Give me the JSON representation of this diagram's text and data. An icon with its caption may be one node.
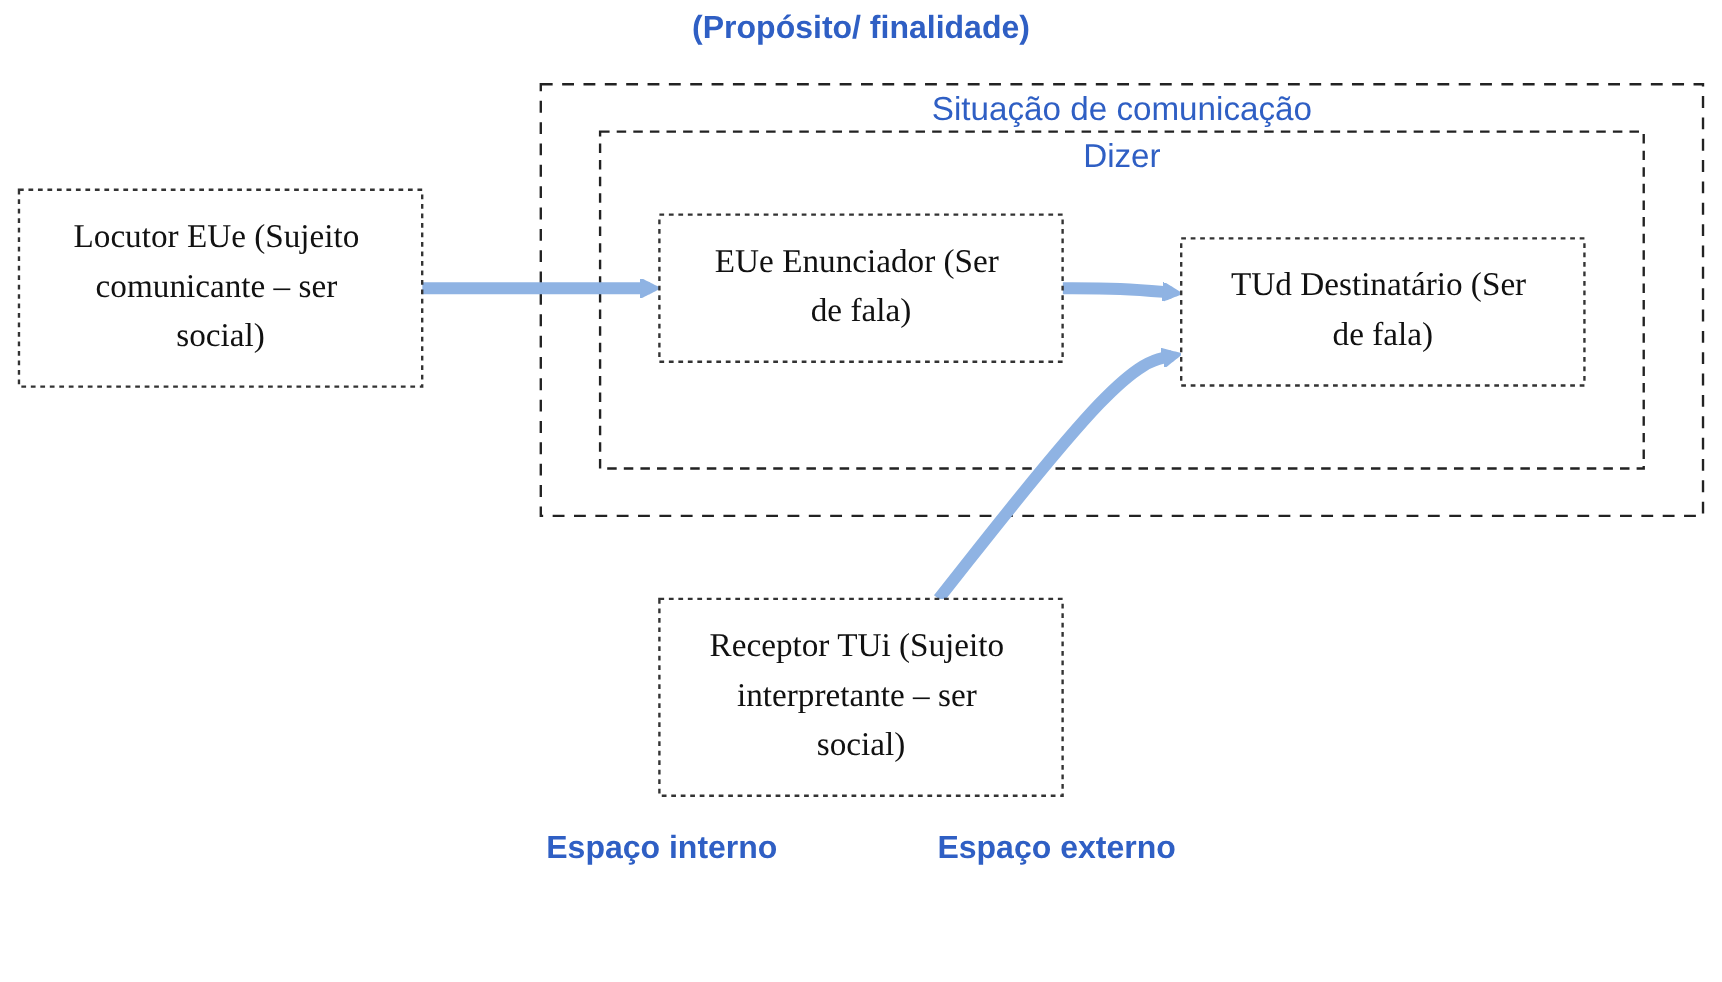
{
  "diagram": {
    "nodes": [
      {
        "text": [
          "Situação de comunicação"
        ]
      },
      {
        "text": [
          "Dizer"
        ],
        "in": 0
      },
      {
        "text": [
          "Locutor EUe (Sujeito comunicante – ser social)"
        ]
      },
      {
        "text": [
          "EUe Enunciador (Ser de fala)"
        ],
        "in": 1
      },
      {
        "text": [
          "TUd Destinatário (Ser de fala)"
        ],
        "in": 1
      },
      {
        "text": [
          "Receptor TUi (Sujeito interpretante – ser social)"
        ]
      }
    ],
    "edges": [
      {
        "from": 2,
        "to": 3,
        "arrow": "to"
      },
      {
        "from": 3,
        "to": 4,
        "arrow": "to"
      },
      {
        "from": 5,
        "to": 4,
        "arrow": "to"
      }
    ],
    "labels": [
      "(Propósito/ finalidade)",
      "Espaço interno",
      "Espaço externo"
    ]
  }
}
